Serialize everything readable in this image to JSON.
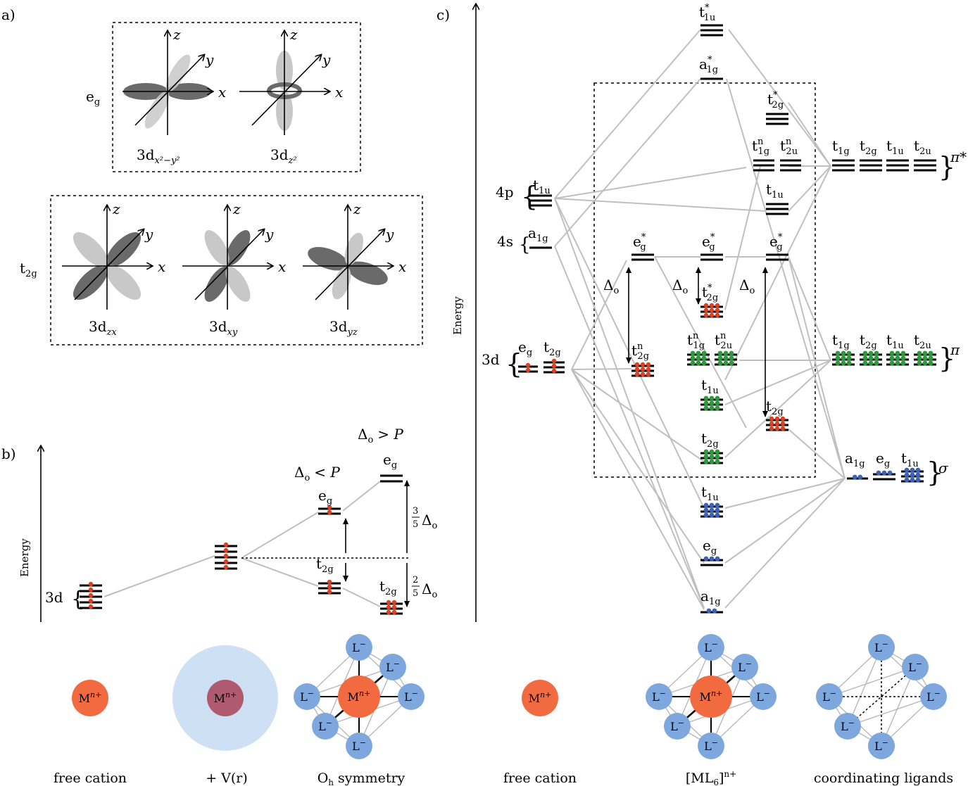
{
  "panels": {
    "a": {
      "label": "a)",
      "eg_group": {
        "label": "e",
        "label_sub": "g",
        "orbitals": [
          {
            "name": "3d",
            "sub": "x²−y²"
          },
          {
            "name": "3d",
            "sub": "z²"
          }
        ]
      },
      "t2g_group": {
        "label": "t",
        "label_sub": "2g",
        "orbitals": [
          {
            "name": "3d",
            "sub": "zx"
          },
          {
            "name": "3d",
            "sub": "xy"
          },
          {
            "name": "3d",
            "sub": "yz"
          }
        ]
      },
      "axes": {
        "x": "x",
        "y": "y",
        "z": "z"
      }
    },
    "b": {
      "label": "b)",
      "energy_label": "Energy",
      "free_ion": "3d",
      "weak_field": "Δ",
      "weak_field_sub": "o",
      "weak_field_rel": "< P",
      "strong_field": "Δ",
      "strong_field_sub": "o",
      "strong_field_rel": "> P",
      "eg": "e",
      "eg_sub": "g",
      "t2g": "t",
      "t2g_sub": "2g",
      "split_up": "Δ",
      "split_up_frac": [
        "3",
        "5"
      ],
      "split_down": "Δ",
      "split_down_frac": [
        "2",
        "5"
      ],
      "split_sub": "o",
      "captions": [
        "free cation",
        "+ V(r)",
        "O"
      ],
      "caption_oh_sub": "h",
      "caption_oh_rest": " symmetry",
      "ion": "M",
      "ion_sup": "n+",
      "ligand": "L",
      "ligand_sup": "−"
    },
    "c": {
      "label": "c)",
      "energy_label": "Energy",
      "metal_levels": {
        "p": "4p",
        "s": "4s",
        "d": "3d"
      },
      "metal_terms": [
        {
          "t": "t",
          "s": "1u"
        },
        {
          "t": "a",
          "s": "1g"
        },
        {
          "t": "e",
          "s": "g"
        },
        {
          "t": "t",
          "s": "2g"
        }
      ],
      "mo_levels": [
        {
          "t": "t",
          "sup": "*",
          "s": "1u"
        },
        {
          "t": "a",
          "sup": "*",
          "s": "1g"
        },
        {
          "t": "t",
          "sup": "*",
          "s": "2g"
        },
        {
          "t": "t",
          "sup": "n",
          "s": "1g"
        },
        {
          "t": "t",
          "sup": "n",
          "s": "2u"
        },
        {
          "t": "t",
          "sup": "",
          "s": "1u"
        },
        {
          "t": "e",
          "sup": "*",
          "s": "g"
        },
        {
          "t": "t",
          "sup": "*",
          "s": "2g"
        },
        {
          "t": "t",
          "sup": "n",
          "s": "2g"
        },
        {
          "t": "t",
          "sup": "n",
          "s": "1g"
        },
        {
          "t": "t",
          "sup": "n",
          "s": "2u"
        },
        {
          "t": "t",
          "sup": "",
          "s": "1u"
        },
        {
          "t": "t",
          "sup": "",
          "s": "2g"
        },
        {
          "t": "t",
          "sup": "",
          "s": "2g"
        },
        {
          "t": "t",
          "sup": "",
          "s": "1u"
        },
        {
          "t": "e",
          "sup": "",
          "s": "g"
        },
        {
          "t": "a",
          "sup": "",
          "s": "1g"
        }
      ],
      "ligand_groups": {
        "pi_star": {
          "terms": [
            {
              "t": "t",
              "s": "1g"
            },
            {
              "t": "t",
              "s": "2g"
            },
            {
              "t": "t",
              "s": "1u"
            },
            {
              "t": "t",
              "s": "2u"
            }
          ],
          "label": "π*"
        },
        "pi": {
          "terms": [
            {
              "t": "t",
              "s": "1g"
            },
            {
              "t": "t",
              "s": "2g"
            },
            {
              "t": "t",
              "s": "1u"
            },
            {
              "t": "t",
              "s": "2u"
            }
          ],
          "label": "π"
        },
        "sigma": {
          "terms": [
            {
              "t": "a",
              "s": "1g"
            },
            {
              "t": "e",
              "s": "g"
            },
            {
              "t": "t",
              "s": "1u"
            }
          ],
          "label": "σ"
        }
      },
      "delta": "Δ",
      "delta_sub": "o",
      "captions": [
        "free cation",
        "[ML",
        "coordinating ligands"
      ],
      "complex_sub": "6",
      "complex_sup": "n+",
      "complex_close": "]"
    }
  },
  "colors": {
    "metal": "#f26a3f",
    "ligand": "#7ea7de",
    "field": "#cde0f4",
    "metal_in_field": "#b05a70",
    "electron_metal": "#e0401f",
    "electron_pi": "#2a9a3a",
    "electron_sigma": "#3a63b8",
    "correlation": "#bfbfbf",
    "orbital_dark": "#6a6a6a",
    "orbital_light": "#c8c8c8"
  }
}
